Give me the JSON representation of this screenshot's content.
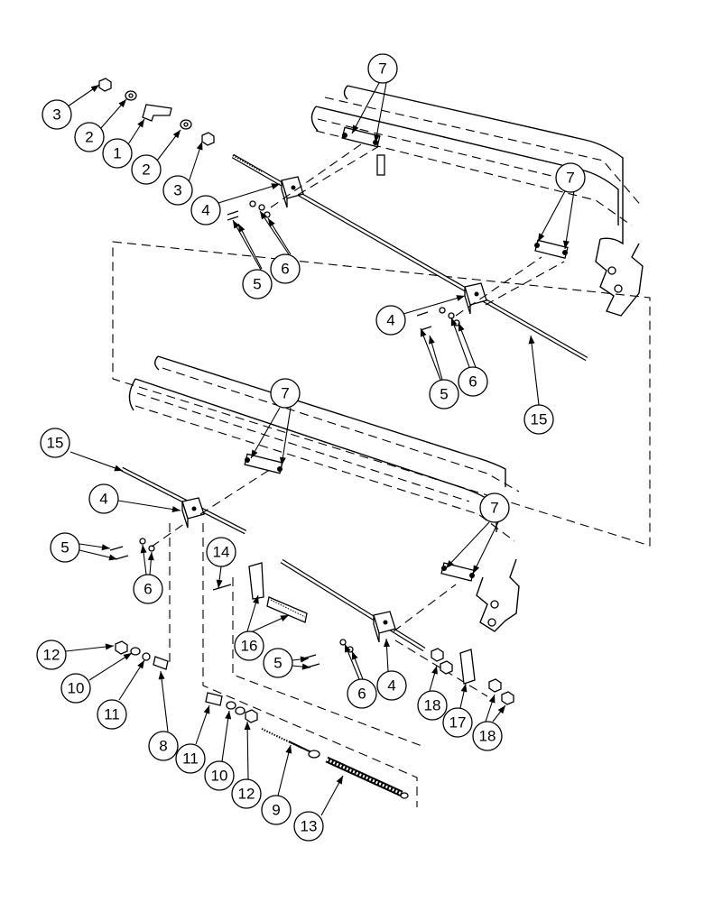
{
  "callouts": [
    {
      "id": "c3a",
      "label": "3"
    },
    {
      "id": "c2a",
      "label": "2"
    },
    {
      "id": "c1",
      "label": "1"
    },
    {
      "id": "c2b",
      "label": "2"
    },
    {
      "id": "c3b",
      "label": "3"
    },
    {
      "id": "c4a",
      "label": "4"
    },
    {
      "id": "c5a",
      "label": "5"
    },
    {
      "id": "c6a",
      "label": "6"
    },
    {
      "id": "c7a",
      "label": "7"
    },
    {
      "id": "c7b",
      "label": "7"
    },
    {
      "id": "c4b",
      "label": "4"
    },
    {
      "id": "c5b",
      "label": "5"
    },
    {
      "id": "c6b",
      "label": "6"
    },
    {
      "id": "c15a",
      "label": "15"
    },
    {
      "id": "c7c",
      "label": "7"
    },
    {
      "id": "c15b",
      "label": "15"
    },
    {
      "id": "c4c",
      "label": "4"
    },
    {
      "id": "c5c",
      "label": "5"
    },
    {
      "id": "c6c",
      "label": "6"
    },
    {
      "id": "c14",
      "label": "14"
    },
    {
      "id": "c7d",
      "label": "7"
    },
    {
      "id": "c16",
      "label": "16"
    },
    {
      "id": "c5d",
      "label": "5"
    },
    {
      "id": "c6d",
      "label": "6"
    },
    {
      "id": "c4d",
      "label": "4"
    },
    {
      "id": "c18a",
      "label": "18"
    },
    {
      "id": "c17",
      "label": "17"
    },
    {
      "id": "c18b",
      "label": "18"
    },
    {
      "id": "c12a",
      "label": "12"
    },
    {
      "id": "c10a",
      "label": "10"
    },
    {
      "id": "c11a",
      "label": "11"
    },
    {
      "id": "c8",
      "label": "8"
    },
    {
      "id": "c11b",
      "label": "11"
    },
    {
      "id": "c10b",
      "label": "10"
    },
    {
      "id": "c12b",
      "label": "12"
    },
    {
      "id": "c9",
      "label": "9"
    },
    {
      "id": "c13",
      "label": "13"
    }
  ]
}
